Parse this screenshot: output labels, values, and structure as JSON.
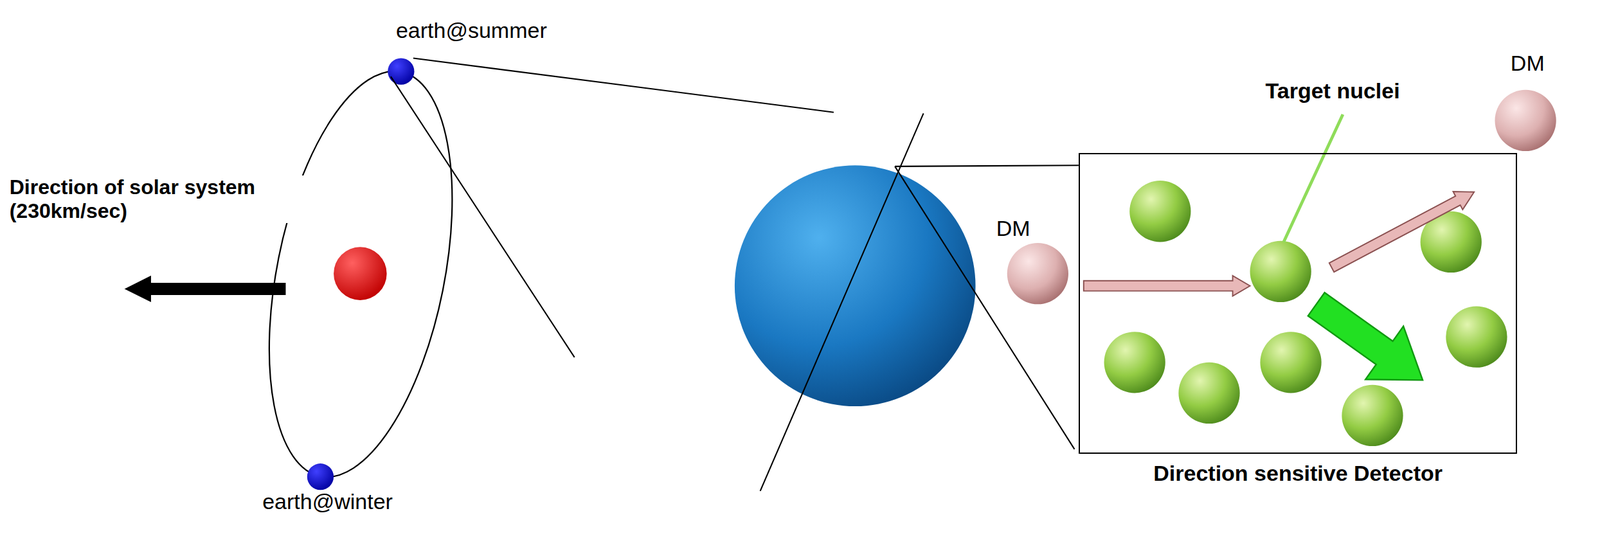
{
  "diagram": {
    "nodes": [
      {
        "text": [
          "earth@summer"
        ]
      },
      {
        "text": [
          "earth@winter"
        ]
      },
      {
        "text": [
          "DM"
        ]
      },
      {
        "text": [
          "DM"
        ]
      },
      {
        "text": [
          "Direction sensitive Detector"
        ]
      }
    ],
    "labels": [
      "Direction of solar system (230km/sec)",
      "Target nuclei"
    ]
  }
}
